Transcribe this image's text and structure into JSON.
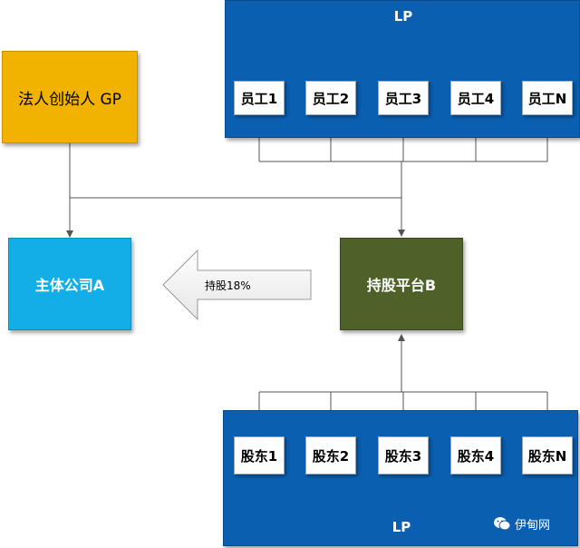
{
  "gp": {
    "label": "法人创始人 GP"
  },
  "company": {
    "label": "主体公司A"
  },
  "platform": {
    "label": "持股平台B"
  },
  "arrow": {
    "label": "持股18%"
  },
  "lp_top": {
    "title": "LP",
    "members": [
      "员工1",
      "员工2",
      "员工3",
      "员工4",
      "员工N"
    ]
  },
  "lp_bottom": {
    "title": "LP",
    "members": [
      "股东1",
      "股东2",
      "股东3",
      "股东4",
      "股东N"
    ]
  },
  "watermark": {
    "text": "伊甸网",
    "icon": "wechat-icon"
  },
  "colors": {
    "lp_panel": "#0a5fb0",
    "gp": "#f1b300",
    "company": "#13aee8",
    "platform": "#4e6128",
    "connector": "#555555"
  }
}
